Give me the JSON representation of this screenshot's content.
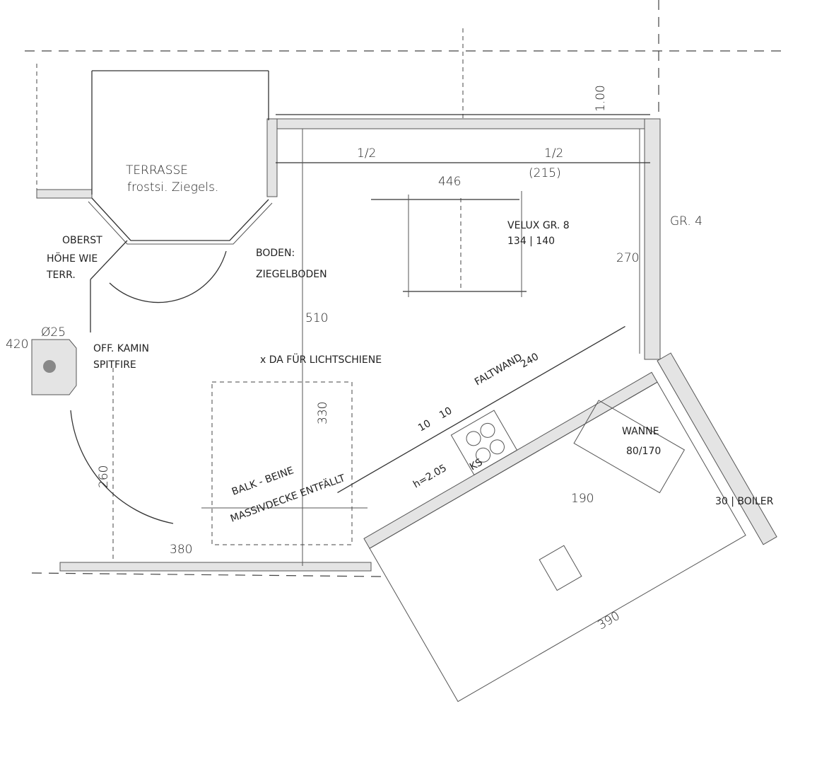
{
  "labels": {
    "terrace_title": "TERRASSE",
    "terrace_sub": "frostsi. Ziegels.",
    "note_line1": "OBERST",
    "note_line2": "HÖHE WIE",
    "note_line3": "TERR.",
    "floor_label": "BODEN:",
    "floor_value": "ZIEGELBODEN",
    "light_rail": "x DA FÜR LICHTSCHIENE",
    "fireplace_line1": "OFF. KAMIN",
    "fireplace_line2": "SPITFIRE",
    "diameter": "Ø25",
    "velux_line1": "VELUX GR. 8",
    "velux_line2": "134 | 140",
    "gr4": "GR. 4",
    "faltwand": "FALTWAND",
    "fridge": "KS",
    "height": "h=2.05",
    "tub_line1": "WANNE",
    "tub_line2": "80/170",
    "boiler": "30 | BOILER",
    "beam_line1": "BALK - BEINE",
    "beam_line2": "MASSIVDECKE ENTFÄLLT"
  },
  "dimensions": {
    "top_offset": "1.00",
    "half_left": "1/2",
    "half_right": "1/2",
    "width_total": "446",
    "half_value": "(215)",
    "right_height": "270",
    "center_height": "510",
    "left_420": "420",
    "radius_260": "260",
    "beam_330": "330",
    "bottom_380": "380",
    "faltwand_240": "240",
    "wall_10a": "10",
    "wall_10b": "10",
    "bath_190": "190",
    "bath_390": "390"
  }
}
